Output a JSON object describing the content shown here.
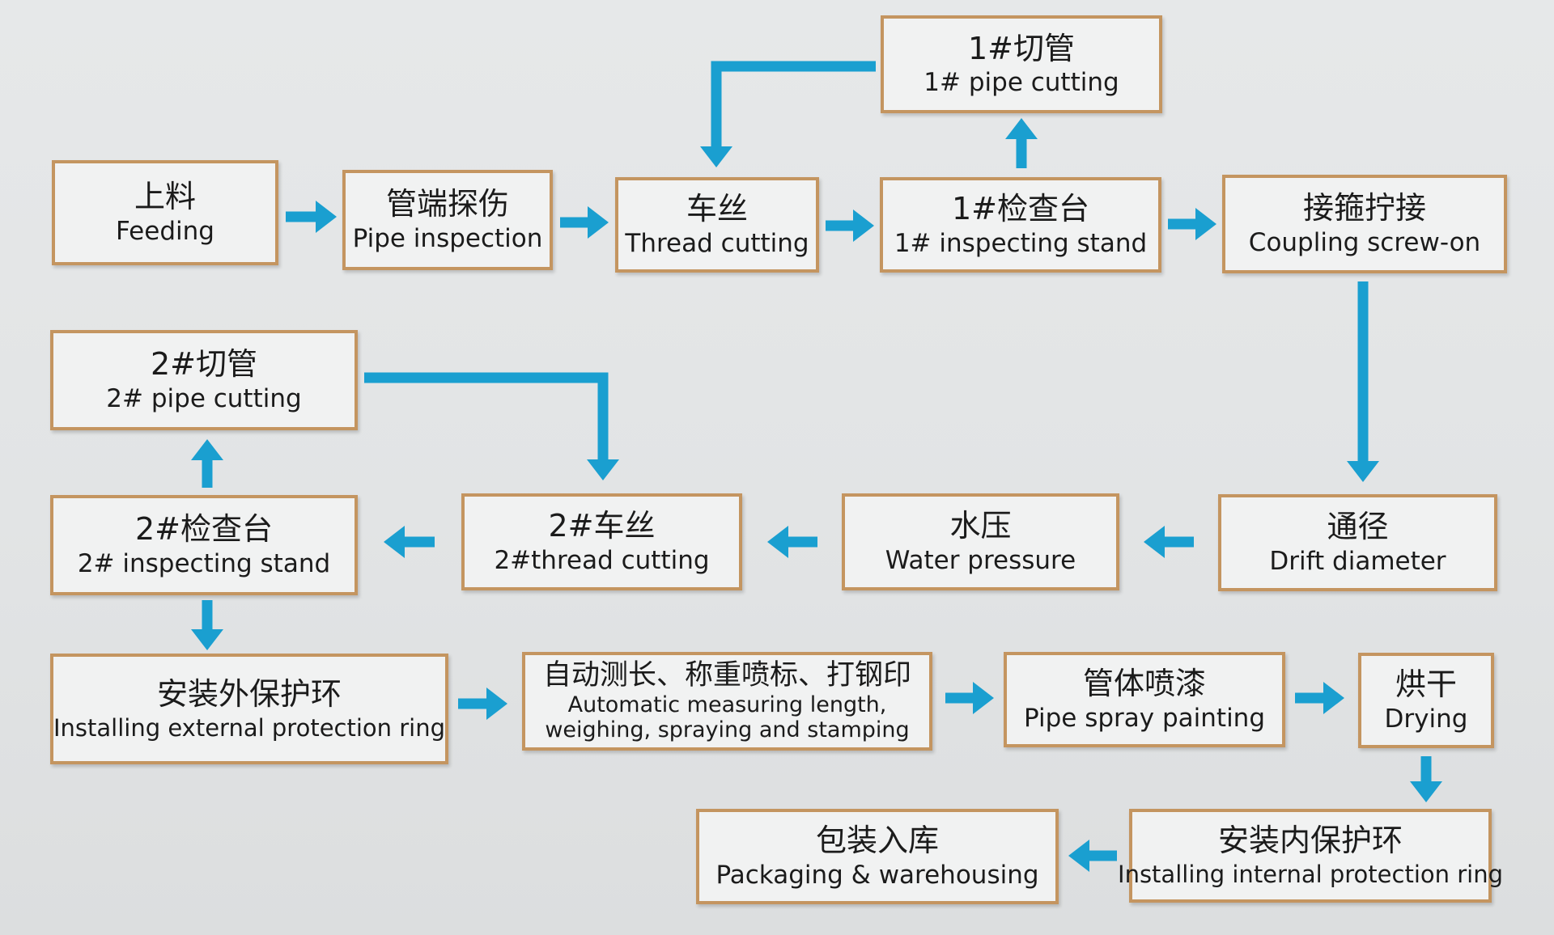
{
  "arrow_color": "#1a9fd0",
  "border_color": "#c49560",
  "nodes": {
    "feeding": {
      "zh": "上料",
      "en": "Feeding"
    },
    "pipe_inspection": {
      "zh": "管端探伤",
      "en": "Pipe inspection"
    },
    "thread_cutting": {
      "zh": "车丝",
      "en": "Thread cutting"
    },
    "inspecting_stand_1": {
      "zh": "1#检查台",
      "en": "1# inspecting stand"
    },
    "pipe_cutting_1": {
      "zh": "1#切管",
      "en": "1# pipe cutting"
    },
    "coupling": {
      "zh": "接箍拧接",
      "en": "Coupling screw-on"
    },
    "drift": {
      "zh": "通径",
      "en": "Drift diameter"
    },
    "water": {
      "zh": "水压",
      "en": "Water pressure"
    },
    "thread_cutting_2": {
      "zh": "2#车丝",
      "en": "2#thread cutting"
    },
    "inspecting_stand_2": {
      "zh": "2#检查台",
      "en": "2# inspecting stand"
    },
    "pipe_cutting_2": {
      "zh": "2#切管",
      "en": "2# pipe cutting"
    },
    "ext_ring": {
      "zh": "安装外保护环",
      "en": "Installing external protection ring"
    },
    "auto_measure": {
      "zh": "自动测长、称重喷标、打钢印",
      "en1": "Automatic measuring length,",
      "en2": "weighing, spraying and stamping"
    },
    "spray": {
      "zh": "管体喷漆",
      "en": "Pipe spray painting"
    },
    "drying": {
      "zh": "烘干",
      "en": "Drying"
    },
    "int_ring": {
      "zh": "安装内保护环",
      "en": "Installing internal protection ring"
    },
    "packaging": {
      "zh": "包装入库",
      "en": "Packaging & warehousing"
    }
  }
}
